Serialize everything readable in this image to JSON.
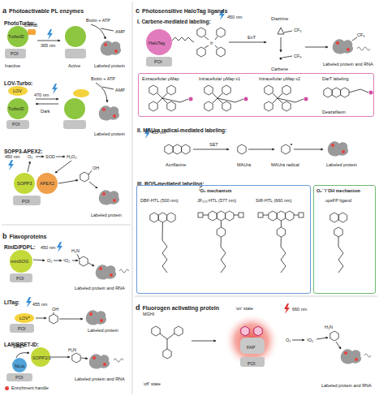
{
  "diagram": {
    "nodes": [
      {
        "text": [
          "a",
          "Photoactivable PL enzymes"
        ]
      },
      {
        "text": [
          "PhotoTurbo:"
        ],
        "in": 0
      },
      {
        "text": [
          "LOV-Turbo:"
        ],
        "in": 0
      },
      {
        "text": [
          "SOPP3-APEX2:"
        ],
        "in": 0
      },
      {
        "text": [
          "b",
          "Flavoproteins"
        ]
      },
      {
        "text": [
          "RinID/PDPL:"
        ],
        "in": 4
      },
      {
        "text": [
          "LITag:"
        ],
        "in": 4
      },
      {
        "text": [
          "LAP/BRET-ID:"
        ],
        "in": 4
      },
      {
        "text": [
          "c",
          "Photosensitive HaloTag ligands"
        ]
      },
      {
        "text": [
          "I. Carbene-mediated labeling:"
        ],
        "in": 8
      },
      {
        "text": [
          "Extracellular μMap",
          "Intracellular μMap v1",
          "Intracellular μMap v2",
          "DarT labeling",
          "Deazaflavin"
        ],
        "in": 9
      },
      {
        "text": [
          "II. MAUra radical-mediated labeling:"
        ],
        "in": 8
      },
      {
        "text": [
          "III. ROS-mediated labeling:"
        ],
        "in": 8
      },
      {
        "text": [
          "¹O₂ mechanism",
          "DBF-HTL (500 nm)",
          "JF₅₇₀-HTL (577 nm)",
          "SiR-HTL (660 nm)"
        ],
        "in": 12
      },
      {
        "text": [
          "O₂˙⁻/˙OH mechanism",
          "upsFP ligand"
        ],
        "in": 12
      },
      {
        "text": [
          "d",
          "Fluorogen activating protein"
        ]
      }
    ],
    "labels": [
      "TurboID",
      "DMNB",
      "POI",
      "Inactive",
      "365 nm",
      "Biotin + ATP",
      "AMP",
      "Active",
      "Labeled protein",
      "LOV",
      "TurboID",
      "POI",
      "470 nm",
      "Dark",
      "Biotin + ATP",
      "AMP",
      "Labeled protein",
      "450 nm",
      "O₂",
      "SOD",
      "H₂O₂",
      "SOPP3",
      "APEX2",
      "POI",
      "OH",
      "Labeled protein",
      "miniSOG",
      "450 nm",
      "O₂",
      "¹O₂",
      "POI",
      "H₂N",
      "Labeled protein and RNA",
      "455 nm",
      "LOV*",
      "POI",
      "OH",
      "Labeled protein",
      "BRET",
      "SOPP2/3",
      "NLuc",
      "POI",
      "H₂N",
      "Labeled protein and RNA",
      "HaloTag",
      "POI",
      "450 nm",
      "Ir",
      "EnT",
      "Diazirine",
      "CF₃",
      "Carbene",
      "CF₃",
      "CF₃",
      "Labeled protein and RNA",
      "455 nm",
      "Acriflavine",
      "SET",
      "MAUra",
      "MAUra radical",
      "Labeled protein",
      "MGHI",
      "‘off’ state",
      "‘on’ state",
      "660 nm",
      "FAP",
      "POI",
      "O₂",
      "¹O₂",
      "H₂N",
      "Labeled protein and RNA"
    ],
    "legend": [
      {
        "text": "Enrichment handle",
        "color": "#e8413c"
      }
    ]
  }
}
